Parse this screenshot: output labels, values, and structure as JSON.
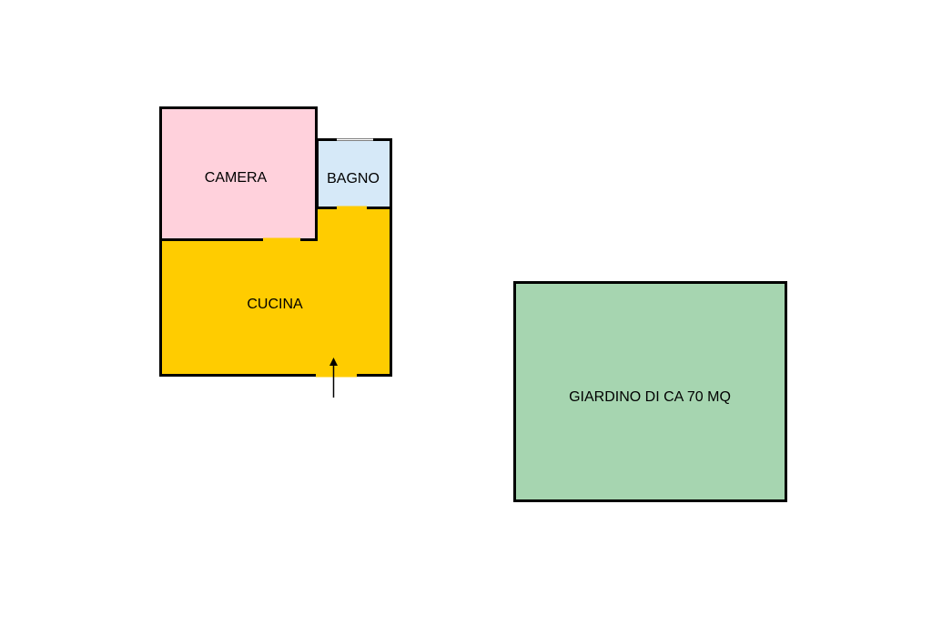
{
  "rooms": {
    "camera": {
      "label": "CAMERA",
      "color": "#ffd1dc"
    },
    "bagno": {
      "label": "BAGNO",
      "color": "#d6e9f8"
    },
    "cucina": {
      "label": "CUCINA",
      "color": "#ffcc00"
    },
    "giardino": {
      "label": "GIARDINO DI CA 70 MQ",
      "color": "#a6d5b0"
    }
  },
  "wall_color": "#000000"
}
